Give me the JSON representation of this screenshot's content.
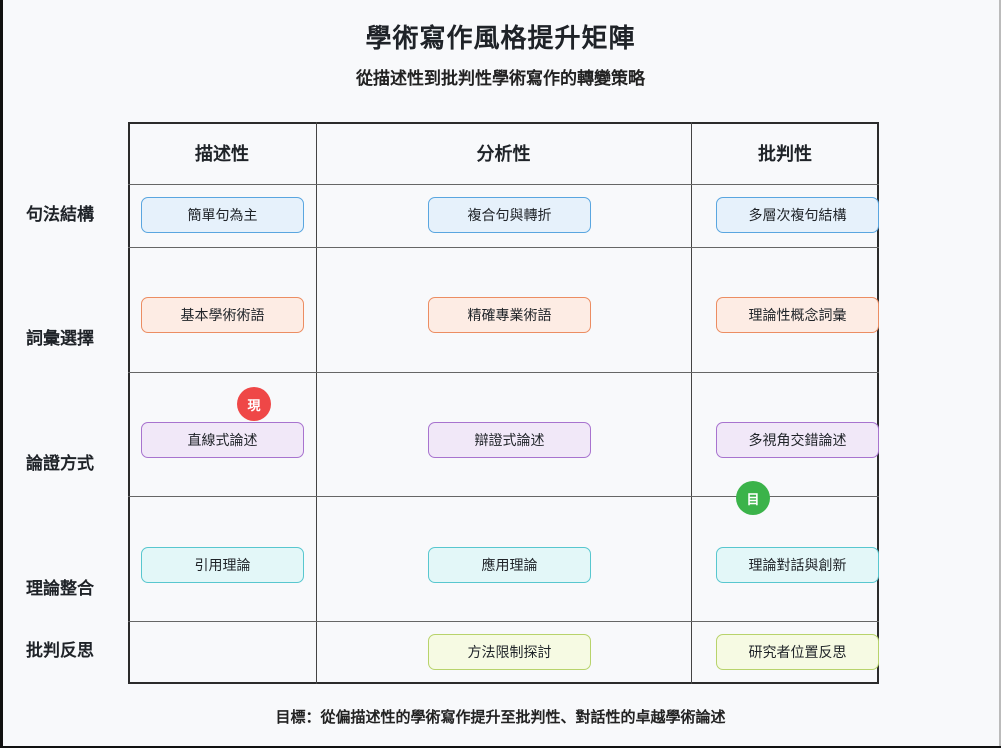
{
  "title": "學術寫作風格提升矩陣",
  "subtitle": "從描述性到批判性學術寫作的轉變策略",
  "columns": [
    "描述性",
    "分析性",
    "批判性"
  ],
  "rows": [
    {
      "label": "句法結構",
      "cells": [
        "簡單句為主",
        "複合句與轉折",
        "多層次複句結構"
      ],
      "color": "blue"
    },
    {
      "label": "詞彙選擇",
      "cells": [
        "基本學術術語",
        "精確專業術語",
        "理論性概念詞彙"
      ],
      "color": "orange"
    },
    {
      "label": "論證方式",
      "cells": [
        "直線式論述",
        "辯證式論述",
        "多視角交錯論述"
      ],
      "color": "purple"
    },
    {
      "label": "理論整合",
      "cells": [
        "引用理論",
        "應用理論",
        "理論對話與創新"
      ],
      "color": "cyan"
    },
    {
      "label": "批判反思",
      "cells": [
        "",
        "方法限制探討",
        "研究者位置反思"
      ],
      "color": "lime"
    }
  ],
  "markers": {
    "current": "現",
    "target": "目"
  },
  "colors": {
    "blue": {
      "fill": "#e6f1fb",
      "border": "#5aa6e0"
    },
    "orange": {
      "fill": "#fdece4",
      "border": "#ec8d62"
    },
    "purple": {
      "fill": "#f1e8f8",
      "border": "#a873cf"
    },
    "cyan": {
      "fill": "#e3f7f8",
      "border": "#58c7cf"
    },
    "lime": {
      "fill": "#f6fae3",
      "border": "#b8d36b"
    },
    "current_marker": "#ef4747",
    "target_marker": "#3bb34a"
  },
  "footer": "目標：從偏描述性的學術寫作提升至批判性、對話性的卓越學術論述"
}
